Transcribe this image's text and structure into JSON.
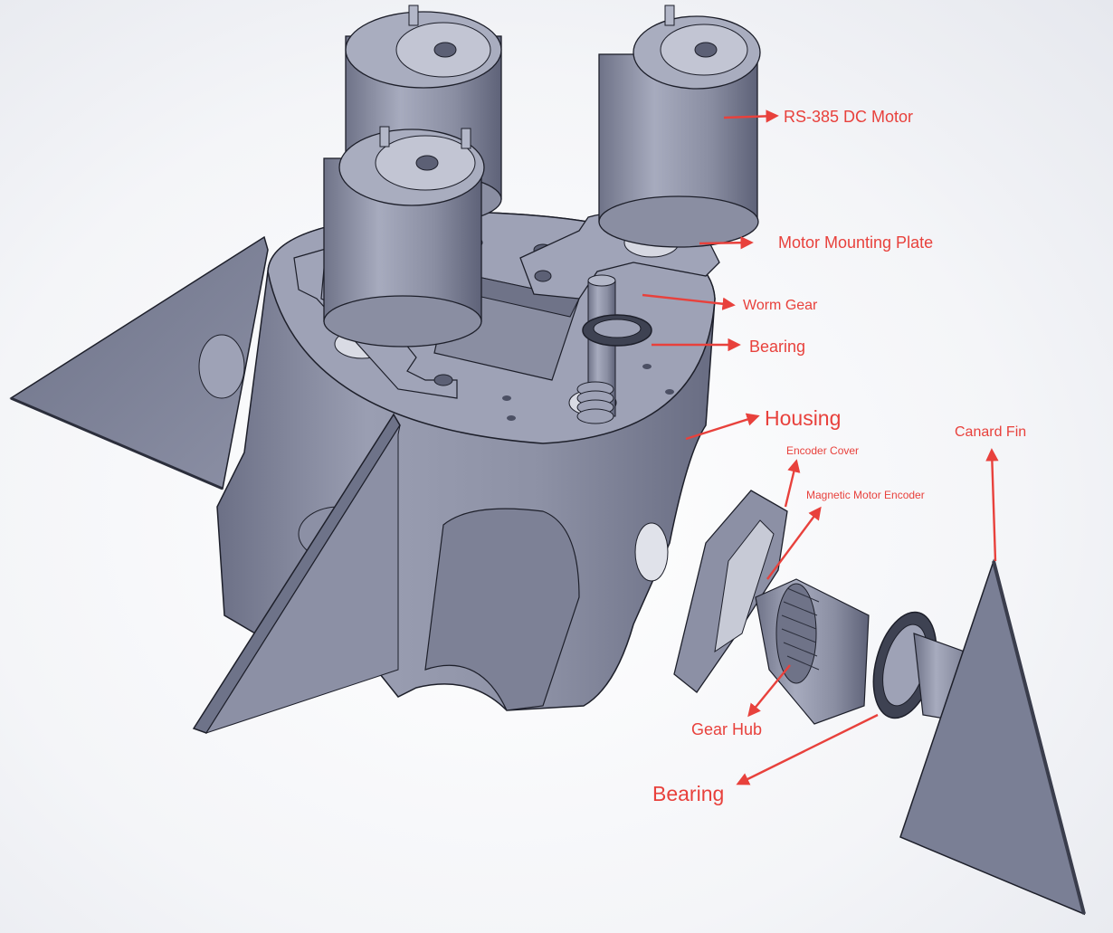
{
  "labels": {
    "motor": "RS-385 DC Motor",
    "plate": "Motor Mounting Plate",
    "worm_gear": "Worm Gear",
    "bearing_top": "Bearing",
    "housing": "Housing",
    "encoder_cover": "Encoder Cover",
    "encoder": "Magnetic Motor Encoder",
    "canard_fin": "Canard Fin",
    "gear_hub": "Gear Hub",
    "bearing_bottom": "Bearing"
  },
  "colors": {
    "annotation": "#e8413c",
    "part_fill": "#7d8196",
    "part_light": "#a5a9bc",
    "part_dark": "#555a70",
    "outline": "#1d1f2a"
  }
}
